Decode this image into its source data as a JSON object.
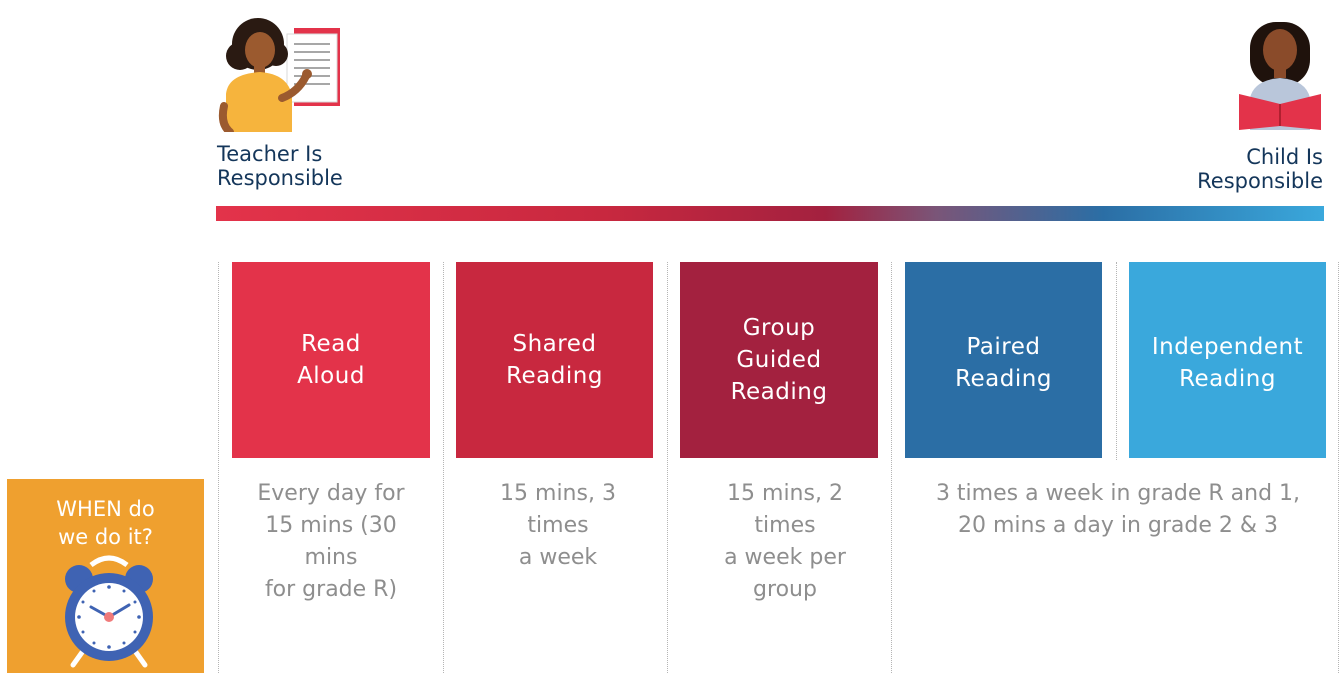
{
  "labels": {
    "teacher": "Teacher Is\nResponsible",
    "child": "Child Is\nResponsible"
  },
  "cards": [
    {
      "id": "read-aloud",
      "title": "Read\nAloud",
      "color": "#e3334a"
    },
    {
      "id": "shared-reading",
      "title": "Shared\nReading",
      "color": "#c8283f"
    },
    {
      "id": "group-guided-reading",
      "title": "Group\nGuided\nReading",
      "color": "#a3213f"
    },
    {
      "id": "paired-reading",
      "title": "Paired\nReading",
      "color": "#2b6ea5"
    },
    {
      "id": "independent-reading",
      "title": "Independent\nReading",
      "color": "#3aa8dc"
    }
  ],
  "descriptions": {
    "read_aloud": "Every day for\n15 mins (30\nmins\nfor grade R)",
    "shared_reading": "15 mins, 3\ntimes\na week",
    "group_guided_reading": "15 mins, 2\ntimes\na week per\ngroup",
    "paired_independent": "3 times a week in grade R and 1,\n20 mins a day in grade 2 & 3"
  },
  "when": {
    "text": "WHEN do\nwe do it?",
    "color": "#efa02f"
  },
  "icons": {
    "teacher": "teacher-with-book-icon",
    "child": "child-reading-icon",
    "clock": "alarm-clock-icon"
  }
}
